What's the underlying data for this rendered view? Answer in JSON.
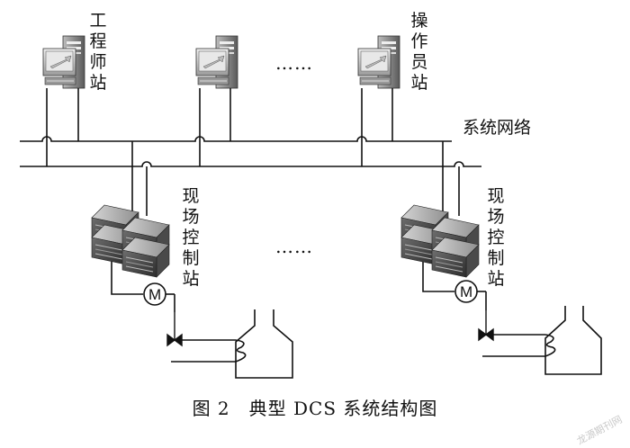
{
  "diagram": {
    "engineer_station_label": "工程师站",
    "operator_station_label": "操作员站",
    "network_label": "系统网络",
    "field_control_station_label": "现场控制站",
    "ellipsis": "……",
    "motor_label": "M"
  },
  "caption": "图 2　典型 DCS 系统结构图",
  "watermark": "龙源期刊网"
}
